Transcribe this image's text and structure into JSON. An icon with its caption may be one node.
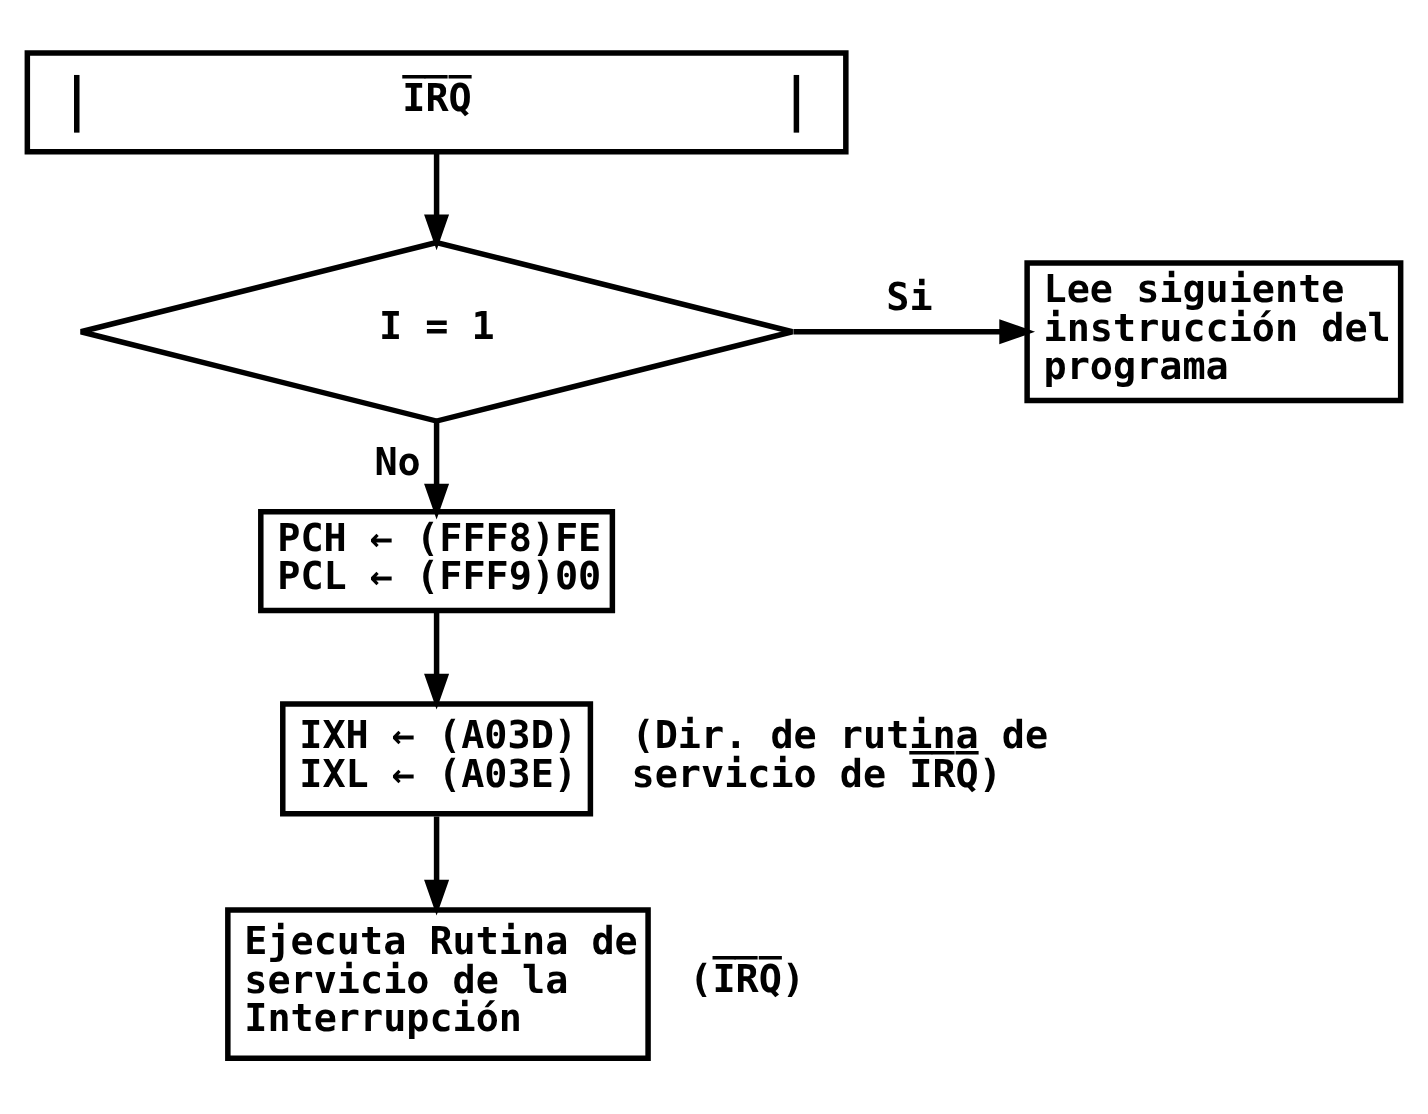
{
  "diagram": {
    "nodes": [
      {
        "text": [
          "I̅R̅Q̅"
        ]
      },
      {
        "text": [
          "I = 1"
        ]
      },
      {
        "text": [
          "Lee siguiente instrucción del programa"
        ]
      },
      {
        "text": [
          "PCH ← (FFF8)FE",
          "PCL ← (FFF9)00"
        ]
      },
      {
        "text": [
          "IXH ← (A03D)",
          "IXL ← (A03E)"
        ],
        "beside": [
          "(Dir. de rutina de servicio de I̅R̅Q̅)"
        ]
      },
      {
        "text": [
          "Ejecuta Rutina de servicio de la Interrupción"
        ],
        "beside": [
          "(I̅R̅Q̅)"
        ]
      }
    ],
    "edges": [
      {
        "from": 0,
        "to": 1,
        "arrow": "to"
      },
      {
        "from": 1,
        "to": 2,
        "arrow": "to",
        "label": "Si"
      },
      {
        "from": 1,
        "to": 3,
        "arrow": "to",
        "label": "No"
      },
      {
        "from": 3,
        "to": 4,
        "arrow": "to"
      },
      {
        "from": 4,
        "to": 5,
        "arrow": "to"
      }
    ]
  }
}
